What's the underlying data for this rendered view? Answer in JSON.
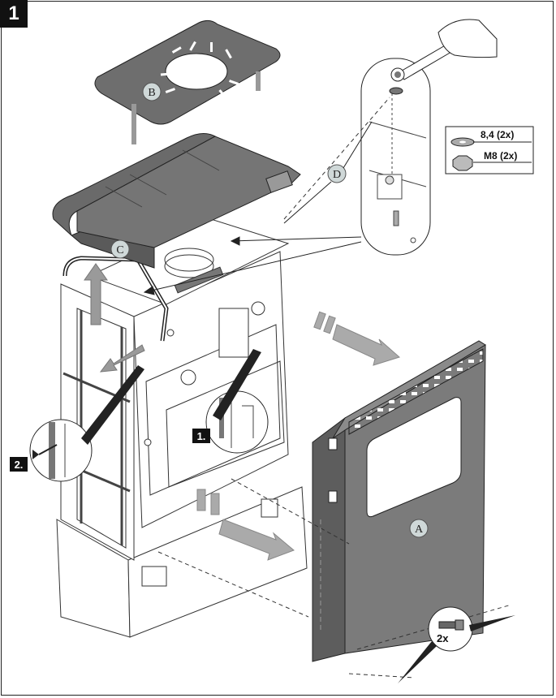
{
  "step_number": "1",
  "substeps": {
    "first": "1.",
    "second": "2."
  },
  "callouts": {
    "a": "A",
    "b": "B",
    "c": "C",
    "d": "D"
  },
  "legend": {
    "washer_label": "8,4 (2x)",
    "nut_label": "M8 (2x)"
  },
  "screw_quantity": "2x",
  "colors": {
    "panel": "#7b7b7b",
    "panel_dark": "#5d5d5d",
    "callout_fill": "#cfd8d8",
    "arrow_fill": "#9a9a9a",
    "line": "#222222"
  },
  "icons": [
    "wrench-icon",
    "hand-icon",
    "washer-icon",
    "nut-icon",
    "screw-icon",
    "arrow-icon"
  ]
}
